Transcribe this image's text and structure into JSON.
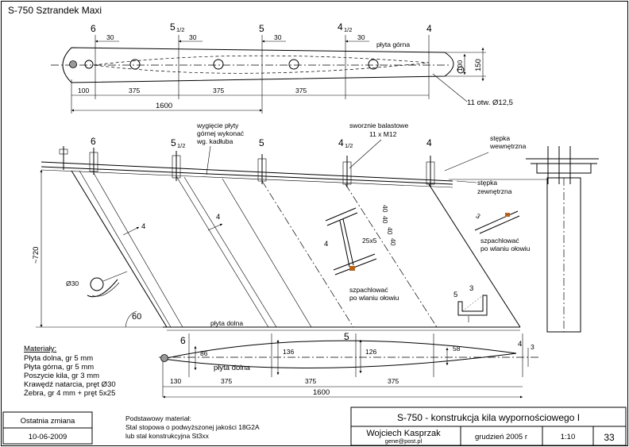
{
  "title": "S-750 Sztrandek Maxi",
  "top_view": {
    "stations": [
      {
        "main": "6",
        "sub": ""
      },
      {
        "main": "5",
        "sub": "1/2"
      },
      {
        "main": "5",
        "sub": ""
      },
      {
        "main": "4",
        "sub": "1/2"
      },
      {
        "main": "4",
        "sub": ""
      }
    ],
    "offset_30": "30",
    "plate_label": "płyta górna",
    "dims_bottom": [
      "100",
      "375",
      "375",
      "375"
    ],
    "total": "1600",
    "width_100": "100",
    "width_150": "150",
    "holes_note": "11 otw. Ø12,5"
  },
  "side_view": {
    "stations": [
      {
        "main": "6",
        "sub": ""
      },
      {
        "main": "5",
        "sub": "1/2"
      },
      {
        "main": "5",
        "sub": ""
      },
      {
        "main": "4",
        "sub": "1/2"
      },
      {
        "main": "4",
        "sub": ""
      }
    ],
    "note_bend": [
      "wygięcie płyty",
      "górnej wykonać",
      "wg. kadłuba"
    ],
    "note_bolts": [
      "sworznie balastowe",
      "11 x M12"
    ],
    "inner_keel": [
      "stępka",
      "wewnętrzna"
    ],
    "outer_keel": [
      "stępka",
      "zewnętrzna"
    ],
    "height": "~720",
    "angle": "60",
    "rib_4a": "4",
    "rib_4b": "4",
    "diam_30": "Ø30",
    "bottom_plate": "płyta dolna",
    "spacing": [
      "40",
      "40",
      "40",
      "40"
    ],
    "section_4": "4",
    "section_25x5": "25x5",
    "fill_note_a": [
      "szpachlować",
      "po wlaniu ołowiu"
    ],
    "fill_note_b": [
      "szpachlować",
      "po wlaniu ołowiu"
    ],
    "dim_3a": "3",
    "dim_5": "5",
    "dim_3b": "3"
  },
  "bottom_view": {
    "stations": [
      "6",
      "5",
      "4"
    ],
    "widths": [
      "86",
      "136",
      "126",
      "58",
      "3"
    ],
    "plate_label": "płyta dolna",
    "dims_bottom": [
      "130",
      "375",
      "375",
      "375"
    ],
    "total": "1600"
  },
  "materials": {
    "heading": "Materiały:",
    "lines": [
      "Płyta dolna, gr 5 mm",
      "Płyta górna, gr 5 mm",
      "Poszycie kila, gr 3 mm",
      "Krawędź natarcia, pręt Ø30",
      "Żebra, gr 4 mm + pręt 5x25"
    ]
  },
  "title_block": {
    "last_change_label": "Ostatnia zmiana",
    "last_change_date": "10-06-2009",
    "base_material": [
      "Podstawowy materiał:",
      "Stal stopowa o podwyższonej jakości 18G2A",
      "lub stal konstrukcyjna  St3xx"
    ],
    "drawing_title": "S-750 - konstrukcja kila wypornościowego I",
    "author": "Wojciech Kasprzak",
    "email": "gene@post.pl",
    "date": "grudzień 2005 r",
    "scale": "1:10",
    "sheet": "33"
  }
}
